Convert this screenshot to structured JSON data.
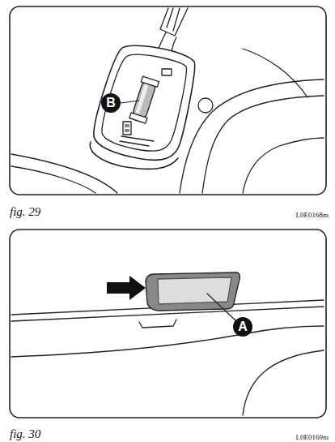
{
  "diagram": {
    "nodes": [
      {
        "text": [
          "B"
        ]
      },
      {
        "text": [
          "A"
        ]
      }
    ],
    "labels": [
      "fig. 29",
      "L0E0168m",
      "fig. 30",
      "L0E0169m"
    ]
  }
}
